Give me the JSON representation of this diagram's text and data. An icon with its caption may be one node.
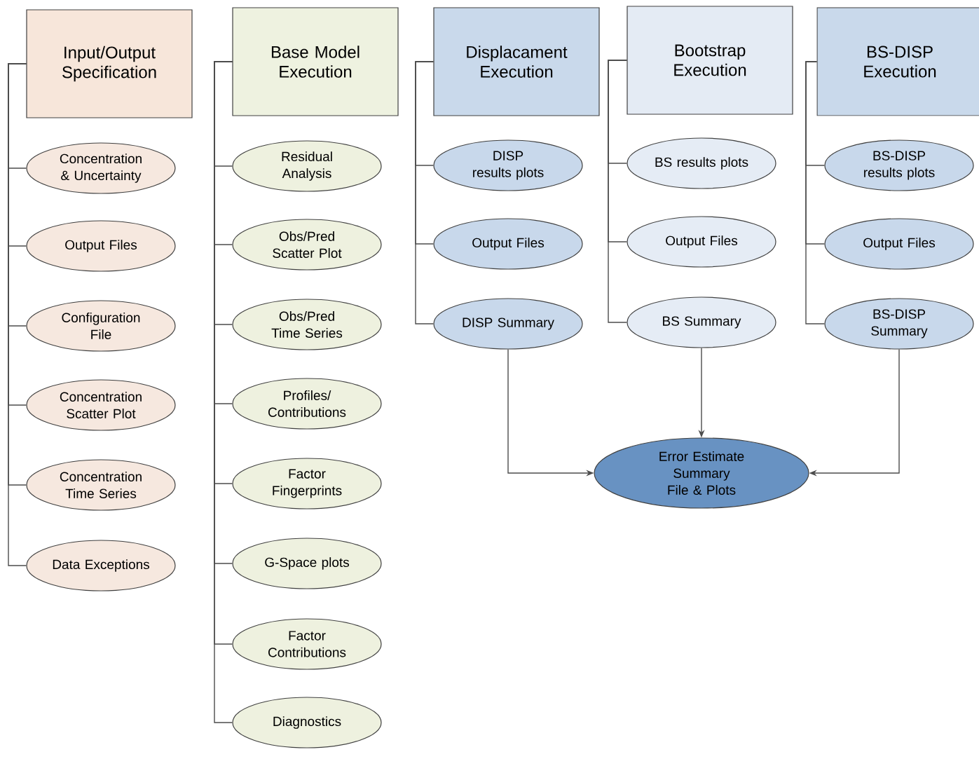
{
  "diagram": {
    "nodes": [
      {
        "text": [
          "Input/Output Specification"
        ]
      },
      {
        "text": [
          "Concentration & Uncertainty"
        ]
      },
      {
        "text": [
          "Output Files"
        ]
      },
      {
        "text": [
          "Configuration File"
        ]
      },
      {
        "text": [
          "Concentration Scatter Plot"
        ]
      },
      {
        "text": [
          "Concentration Time Series"
        ]
      },
      {
        "text": [
          "Data Exceptions"
        ]
      },
      {
        "text": [
          "Base Model Execution"
        ]
      },
      {
        "text": [
          "Residual Analysis"
        ]
      },
      {
        "text": [
          "Obs/Pred Scatter Plot"
        ]
      },
      {
        "text": [
          "Obs/Pred Time Series"
        ]
      },
      {
        "text": [
          "Profiles/ Contributions"
        ]
      },
      {
        "text": [
          "Factor Fingerprints"
        ]
      },
      {
        "text": [
          "G-Space plots"
        ]
      },
      {
        "text": [
          "Factor Contributions"
        ]
      },
      {
        "text": [
          "Diagnostics"
        ]
      },
      {
        "text": [
          "Displacament Execution"
        ]
      },
      {
        "text": [
          "DISP results plots"
        ]
      },
      {
        "text": [
          "Output Files"
        ]
      },
      {
        "text": [
          "DISP Summary"
        ]
      },
      {
        "text": [
          "Bootstrap Execution"
        ]
      },
      {
        "text": [
          "BS results plots"
        ]
      },
      {
        "text": [
          "Output Files"
        ]
      },
      {
        "text": [
          "BS Summary"
        ]
      },
      {
        "text": [
          "BS-DISP Execution"
        ]
      },
      {
        "text": [
          "BS-DISP results plots"
        ]
      },
      {
        "text": [
          "Output Files"
        ]
      },
      {
        "text": [
          "BS-DISP Summary"
        ]
      },
      {
        "text": [
          "Error Estimate Summary File & Plots"
        ]
      }
    ],
    "edges": [
      {
        "from": 0,
        "to": 1,
        "arrow": "none"
      },
      {
        "from": 0,
        "to": 2,
        "arrow": "none"
      },
      {
        "from": 0,
        "to": 3,
        "arrow": "none"
      },
      {
        "from": 0,
        "to": 4,
        "arrow": "none"
      },
      {
        "from": 0,
        "to": 5,
        "arrow": "none"
      },
      {
        "from": 0,
        "to": 6,
        "arrow": "none"
      },
      {
        "from": 7,
        "to": 8,
        "arrow": "none"
      },
      {
        "from": 7,
        "to": 9,
        "arrow": "none"
      },
      {
        "from": 7,
        "to": 10,
        "arrow": "none"
      },
      {
        "from": 7,
        "to": 11,
        "arrow": "none"
      },
      {
        "from": 7,
        "to": 12,
        "arrow": "none"
      },
      {
        "from": 7,
        "to": 13,
        "arrow": "none"
      },
      {
        "from": 7,
        "to": 14,
        "arrow": "none"
      },
      {
        "from": 7,
        "to": 15,
        "arrow": "none"
      },
      {
        "from": 16,
        "to": 17,
        "arrow": "none"
      },
      {
        "from": 16,
        "to": 18,
        "arrow": "none"
      },
      {
        "from": 16,
        "to": 19,
        "arrow": "none"
      },
      {
        "from": 20,
        "to": 21,
        "arrow": "none"
      },
      {
        "from": 20,
        "to": 22,
        "arrow": "none"
      },
      {
        "from": 20,
        "to": 23,
        "arrow": "none"
      },
      {
        "from": 24,
        "to": 25,
        "arrow": "none"
      },
      {
        "from": 24,
        "to": 26,
        "arrow": "none"
      },
      {
        "from": 24,
        "to": 27,
        "arrow": "none"
      },
      {
        "from": 19,
        "to": 28,
        "arrow": "to"
      },
      {
        "from": 23,
        "to": 28,
        "arrow": "to"
      },
      {
        "from": 27,
        "to": 28,
        "arrow": "to"
      }
    ]
  }
}
